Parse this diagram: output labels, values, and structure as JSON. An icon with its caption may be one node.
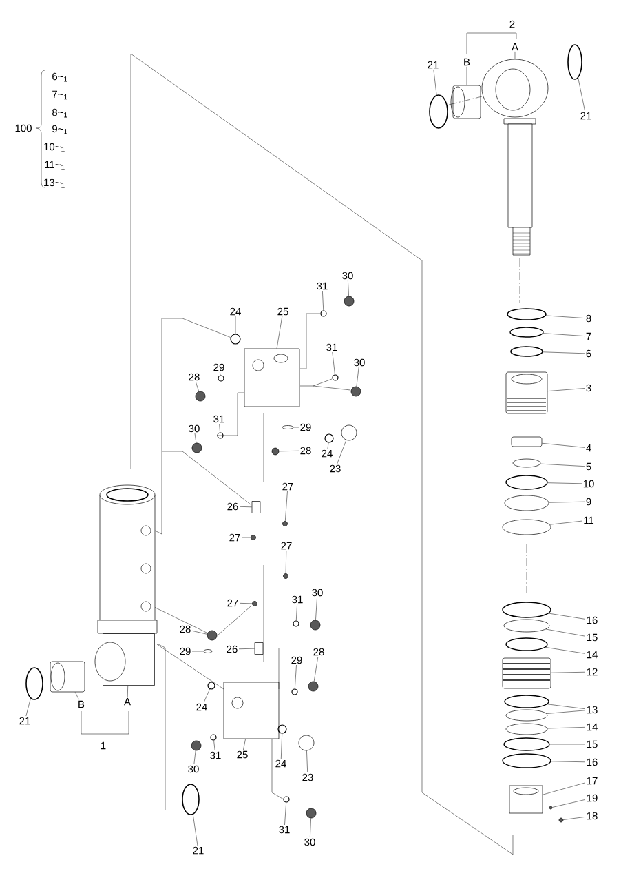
{
  "diagram": {
    "nodes": [
      {
        "text": [
          "21"
        ]
      },
      {
        "text": [
          "B"
        ]
      },
      {
        "text": [
          "A"
        ]
      },
      {
        "text": [
          "21"
        ]
      },
      {
        "text": [
          "30"
        ]
      },
      {
        "text": [
          "31"
        ]
      },
      {
        "text": [
          "24"
        ]
      },
      {
        "text": [
          "25"
        ]
      },
      {
        "text": [
          "8"
        ]
      },
      {
        "text": [
          "7"
        ]
      },
      {
        "text": [
          "31"
        ]
      },
      {
        "text": [
          "30"
        ]
      },
      {
        "text": [
          "6"
        ]
      },
      {
        "text": [
          "29"
        ]
      },
      {
        "text": [
          "28"
        ]
      },
      {
        "text": [
          "3"
        ]
      },
      {
        "text": [
          "31"
        ]
      },
      {
        "text": [
          "30"
        ]
      },
      {
        "text": [
          "29"
        ]
      },
      {
        "text": [
          "4"
        ]
      },
      {
        "text": [
          "28"
        ]
      },
      {
        "text": [
          "24"
        ]
      },
      {
        "text": [
          "23"
        ]
      },
      {
        "text": [
          "5"
        ]
      },
      {
        "text": [
          "10"
        ]
      },
      {
        "text": [
          "27"
        ]
      },
      {
        "text": [
          "9"
        ]
      },
      {
        "text": [
          "26"
        ]
      },
      {
        "text": [
          "11"
        ]
      },
      {
        "text": [
          "27"
        ]
      },
      {
        "text": [
          "27"
        ]
      },
      {
        "text": [
          "30"
        ]
      },
      {
        "text": [
          "31"
        ]
      },
      {
        "text": [
          "27"
        ]
      },
      {
        "text": [
          "16"
        ]
      },
      {
        "text": [
          "28"
        ]
      },
      {
        "text": [
          "15"
        ]
      },
      {
        "text": [
          "26"
        ]
      },
      {
        "text": [
          "29"
        ]
      },
      {
        "text": [
          "28"
        ]
      },
      {
        "text": [
          "14"
        ]
      },
      {
        "text": [
          "29"
        ]
      },
      {
        "text": [
          "12"
        ]
      },
      {
        "text": [
          "21"
        ]
      },
      {
        "text": [
          "B"
        ]
      },
      {
        "text": [
          "A"
        ]
      },
      {
        "text": [
          "24"
        ]
      },
      {
        "text": [
          "13"
        ]
      },
      {
        "text": [
          "14"
        ]
      },
      {
        "text": [
          "15"
        ]
      },
      {
        "text": [
          "25"
        ]
      },
      {
        "text": [
          "24"
        ]
      },
      {
        "text": [
          "30"
        ]
      },
      {
        "text": [
          "31"
        ]
      },
      {
        "text": [
          "16"
        ]
      },
      {
        "text": [
          "23"
        ]
      },
      {
        "text": [
          "17"
        ]
      },
      {
        "text": [
          "19"
        ]
      },
      {
        "text": [
          "18"
        ]
      },
      {
        "text": [
          "31"
        ]
      },
      {
        "text": [
          "30"
        ]
      },
      {
        "text": [
          "21"
        ]
      },
      {
        "text": [],
        "shape": "circle"
      },
      {
        "text": [],
        "shape": "cylinder"
      },
      {
        "text": [],
        "shape": "circle"
      },
      {
        "text": [],
        "shape": "circle"
      },
      {
        "text": [],
        "shape": "circle"
      },
      {
        "text": [],
        "shape": "circle"
      },
      {
        "text": [],
        "shape": "circle"
      },
      {
        "text": [],
        "shape": "box"
      },
      {
        "text": [],
        "shape": "circle"
      },
      {
        "text": [],
        "shape": "circle"
      },
      {
        "text": [],
        "shape": "circle"
      },
      {
        "text": [],
        "shape": "circle"
      },
      {
        "text": [],
        "shape": "circle"
      },
      {
        "text": [],
        "shape": "circle"
      },
      {
        "text": [],
        "shape": "circle"
      },
      {
        "text": [],
        "shape": "cylinder"
      },
      {
        "text": [],
        "shape": "circle"
      },
      {
        "text": [],
        "shape": "circle"
      },
      {
        "text": [],
        "shape": "circle"
      },
      {
        "text": [],
        "shape": "cylinder"
      },
      {
        "text": [],
        "shape": "circle"
      },
      {
        "text": [],
        "shape": "circle"
      },
      {
        "text": [],
        "shape": "circle"
      },
      {
        "text": [],
        "shape": "circle"
      },
      {
        "text": [],
        "shape": "circle"
      },
      {
        "text": [],
        "shape": "circle"
      },
      {
        "text": [],
        "shape": "circle"
      },
      {
        "text": [],
        "shape": "box"
      },
      {
        "text": [],
        "shape": "circle"
      },
      {
        "text": [],
        "shape": "circle"
      },
      {
        "text": [],
        "shape": "circle"
      },
      {
        "text": [],
        "shape": "circle"
      },
      {
        "text": [],
        "shape": "circle"
      },
      {
        "text": [],
        "shape": "circle"
      },
      {
        "text": [],
        "shape": "circle"
      },
      {
        "text": [],
        "shape": "circle"
      },
      {
        "text": [],
        "shape": "circle"
      },
      {
        "text": [],
        "shape": "box"
      },
      {
        "text": [],
        "shape": "circle"
      },
      {
        "text": [],
        "shape": "circle"
      },
      {
        "text": [],
        "shape": "circle"
      },
      {
        "text": [],
        "shape": "circle"
      },
      {
        "text": [],
        "shape": "cylinder"
      },
      {
        "text": [],
        "shape": "circle"
      },
      {
        "text": [],
        "shape": "cylinder"
      },
      {
        "text": [],
        "shape": "box"
      },
      {
        "text": [],
        "shape": "circle"
      },
      {
        "text": [],
        "shape": "circle"
      },
      {
        "text": [],
        "shape": "circle"
      },
      {
        "text": [],
        "shape": "circle"
      },
      {
        "text": [],
        "shape": "circle"
      },
      {
        "text": [],
        "shape": "box"
      },
      {
        "text": [],
        "shape": "circle"
      },
      {
        "text": [],
        "shape": "circle"
      },
      {
        "text": [],
        "shape": "circle"
      },
      {
        "text": [],
        "shape": "circle"
      },
      {
        "text": [],
        "shape": "circle"
      },
      {
        "text": [],
        "shape": "box"
      },
      {
        "text": [],
        "shape": "circle"
      },
      {
        "text": [],
        "shape": "circle"
      },
      {
        "text": [],
        "shape": "circle"
      },
      {
        "text": [],
        "shape": "circle"
      },
      {
        "text": [],
        "shape": "circle"
      }
    ],
    "edges": [
      {
        "from": 0,
        "to": 62,
        "arrow": "none"
      },
      {
        "from": 1,
        "to": 63,
        "arrow": "none"
      },
      {
        "from": 2,
        "to": 64,
        "arrow": "none"
      },
      {
        "from": 3,
        "to": 65,
        "arrow": "none"
      },
      {
        "from": 4,
        "to": 66,
        "arrow": "none"
      },
      {
        "from": 5,
        "to": 67,
        "arrow": "none"
      },
      {
        "from": 6,
        "to": 68,
        "arrow": "none"
      },
      {
        "from": 7,
        "to": 69,
        "arrow": "none"
      },
      {
        "from": 8,
        "to": 70,
        "arrow": "none"
      },
      {
        "from": 9,
        "to": 71,
        "arrow": "none"
      },
      {
        "from": 10,
        "to": 72,
        "arrow": "none"
      },
      {
        "from": 11,
        "to": 73,
        "arrow": "none"
      },
      {
        "from": 12,
        "to": 74,
        "arrow": "none"
      },
      {
        "from": 13,
        "to": 75,
        "arrow": "none"
      },
      {
        "from": 14,
        "to": 76,
        "arrow": "none"
      },
      {
        "from": 15,
        "to": 77,
        "arrow": "none"
      },
      {
        "from": 16,
        "to": 78,
        "arrow": "none"
      },
      {
        "from": 17,
        "to": 79,
        "arrow": "none"
      },
      {
        "from": 18,
        "to": 80,
        "arrow": "none"
      },
      {
        "from": 19,
        "to": 81,
        "arrow": "none"
      },
      {
        "from": 20,
        "to": 82,
        "arrow": "none"
      },
      {
        "from": 21,
        "to": 83,
        "arrow": "none"
      },
      {
        "from": 22,
        "to": 84,
        "arrow": "none"
      },
      {
        "from": 23,
        "to": 85,
        "arrow": "none"
      },
      {
        "from": 24,
        "to": 86,
        "arrow": "none"
      },
      {
        "from": 25,
        "to": 87,
        "arrow": "none"
      },
      {
        "from": 26,
        "to": 88,
        "arrow": "none"
      },
      {
        "from": 27,
        "to": 89,
        "arrow": "none"
      },
      {
        "from": 28,
        "to": 90,
        "arrow": "none"
      },
      {
        "from": 29,
        "to": 91,
        "arrow": "none"
      },
      {
        "from": 30,
        "to": 92,
        "arrow": "none"
      },
      {
        "from": 31,
        "to": 93,
        "arrow": "none"
      },
      {
        "from": 32,
        "to": 94,
        "arrow": "none"
      },
      {
        "from": 33,
        "to": 95,
        "arrow": "none"
      },
      {
        "from": 34,
        "to": 96,
        "arrow": "none"
      },
      {
        "from": 35,
        "to": 97,
        "arrow": "none"
      },
      {
        "from": 36,
        "to": 98,
        "arrow": "none"
      },
      {
        "from": 37,
        "to": 99,
        "arrow": "none"
      },
      {
        "from": 38,
        "to": 100,
        "arrow": "none"
      },
      {
        "from": 39,
        "to": 101,
        "arrow": "none"
      },
      {
        "from": 40,
        "to": 102,
        "arrow": "none"
      },
      {
        "from": 41,
        "to": 103,
        "arrow": "none"
      },
      {
        "from": 42,
        "to": 104,
        "arrow": "none"
      },
      {
        "from": 43,
        "to": 105,
        "arrow": "none"
      },
      {
        "from": 44,
        "to": 106,
        "arrow": "none"
      },
      {
        "from": 45,
        "to": 107,
        "arrow": "none"
      },
      {
        "from": 46,
        "to": 108,
        "arrow": "none"
      },
      {
        "from": 47,
        "to": 109,
        "arrow": "none"
      },
      {
        "from": 47,
        "to": 110,
        "arrow": "none"
      },
      {
        "from": 48,
        "to": 111,
        "arrow": "none"
      },
      {
        "from": 49,
        "to": 112,
        "arrow": "none"
      },
      {
        "from": 50,
        "to": 113,
        "arrow": "none"
      },
      {
        "from": 51,
        "to": 114,
        "arrow": "none"
      },
      {
        "from": 52,
        "to": 115,
        "arrow": "none"
      },
      {
        "from": 53,
        "to": 116,
        "arrow": "none"
      },
      {
        "from": 54,
        "to": 117,
        "arrow": "none"
      },
      {
        "from": 55,
        "to": 118,
        "arrow": "none"
      },
      {
        "from": 56,
        "to": 119,
        "arrow": "none"
      },
      {
        "from": 57,
        "to": 120,
        "arrow": "none"
      },
      {
        "from": 58,
        "to": 121,
        "arrow": "none"
      },
      {
        "from": 59,
        "to": 122,
        "arrow": "none"
      },
      {
        "from": 60,
        "to": 123,
        "arrow": "none"
      },
      {
        "from": 61,
        "to": 124,
        "arrow": "none"
      }
    ],
    "labels": [
      "2",
      "100",
      "6~$_{1}$",
      "7~$_{1}$",
      "8~$_{1}$",
      "9~$_{1}$",
      "10~$_{1}$",
      "11~$_{1}$",
      "13~$_{1}$",
      "1"
    ]
  }
}
